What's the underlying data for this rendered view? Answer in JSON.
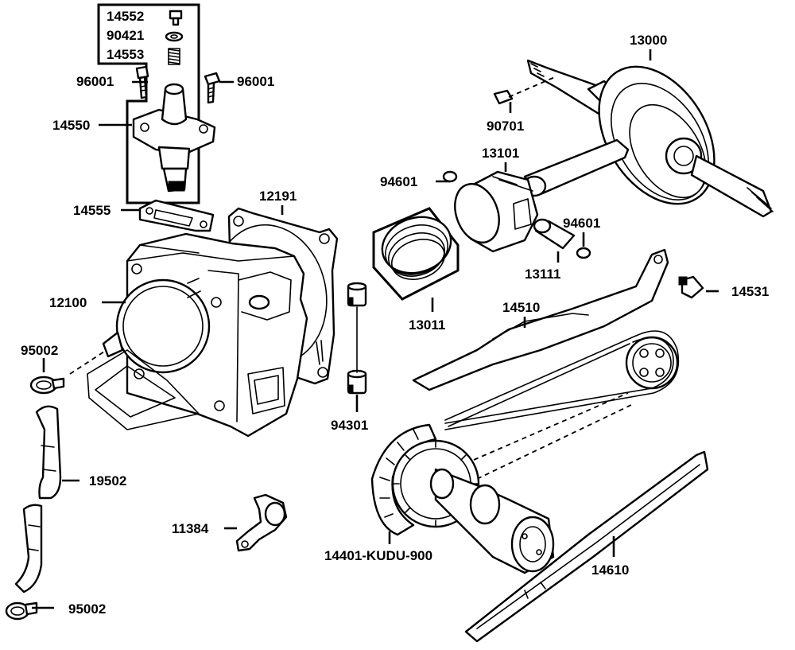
{
  "labels": {
    "p14552": "14552",
    "p90421": "90421",
    "p14553": "14553",
    "p96001a": "96001",
    "p96001b": "96001",
    "p14550": "14550",
    "p14555": "14555",
    "p12191": "12191",
    "p12100": "12100",
    "p95002a": "95002",
    "p19502": "19502",
    "p11384": "11384",
    "p95002b": "95002",
    "p94301": "94301",
    "p13000": "13000",
    "p90701": "90701",
    "p13101": "13101",
    "p94601a": "94601",
    "p94601b": "94601",
    "p13111": "13111",
    "p13011": "13011",
    "p14531": "14531",
    "p14510": "14510",
    "p14401": "14401-KUDU-900",
    "p14610": "14610"
  }
}
